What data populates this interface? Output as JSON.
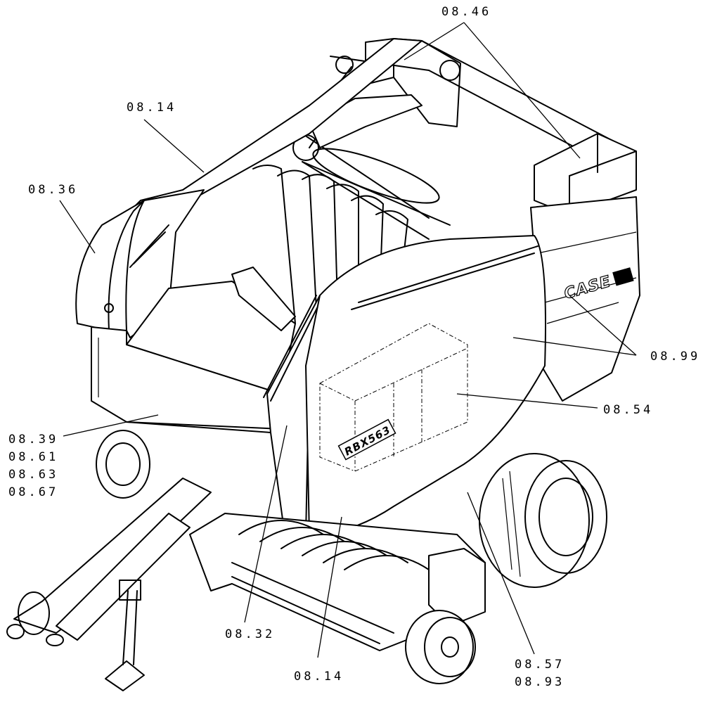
{
  "callouts": {
    "c_0846": "08.46",
    "c_0814_top": "08.14",
    "c_0836": "08.36",
    "c_0899": "08.99",
    "c_0854": "08.54",
    "c_0839": "08.39",
    "c_0861": "08.61",
    "c_0863": "08.63",
    "c_0867": "08.67",
    "c_0832": "08.32",
    "c_0814_bottom": "08.14",
    "c_0857": "08.57",
    "c_0893": "08.93"
  },
  "decals": {
    "brand": "CASE",
    "model": "RBX563"
  }
}
